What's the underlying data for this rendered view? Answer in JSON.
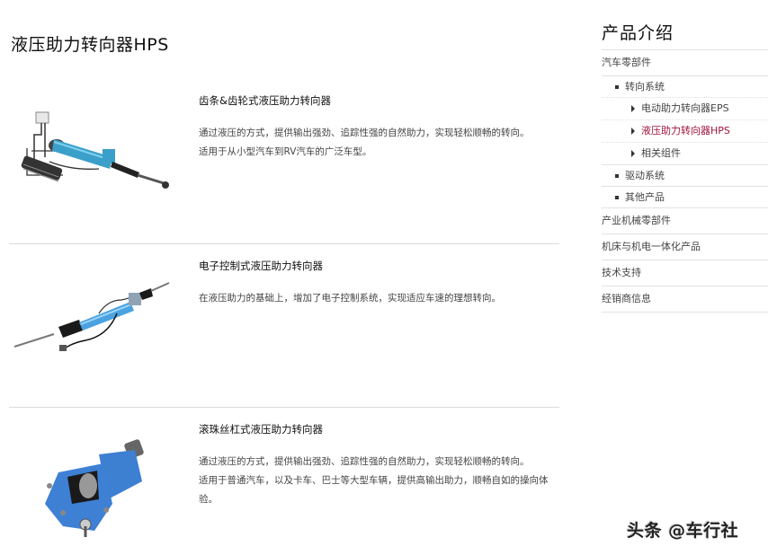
{
  "main": {
    "title": "液压助力转向器HPS",
    "products": [
      {
        "name": "齿条&齿轮式液压助力转向器",
        "desc_lines": [
          "通过液压的方式，提供输出强劲、追踪性强的自然助力，实现轻松顺畅的转向。",
          "适用于从小型汽车到RV汽车的广泛车型。"
        ],
        "image": "rack-and-pinion-steering-gear-image"
      },
      {
        "name": "电子控制式液压助力转向器",
        "desc_lines": [
          "在液压助力的基础上，增加了电子控制系统，实现适应车速的理想转向。"
        ],
        "image": "electronic-controlled-steering-rack-image"
      },
      {
        "name": "滚珠丝杠式液压助力转向器",
        "desc_lines": [
          "通过液压的方式，提供输出强劲、追踪性强的自然助力，实现轻松顺畅的转向。",
          "适用于普通汽车，以及卡车、巴士等大型车辆，提供高输出助力，顺畅自如的操向体验。"
        ],
        "image": "ball-screw-steering-gear-image"
      }
    ]
  },
  "sidebar": {
    "title": "产品介绍",
    "items": [
      {
        "label": "汽车零部件",
        "level": 1
      },
      {
        "label": "转向系统",
        "level": 2
      },
      {
        "label": "电动助力转向器EPS",
        "level": 3
      },
      {
        "label": "液压助力转向器HPS",
        "level": 3,
        "active": true
      },
      {
        "label": "相关组件",
        "level": 3
      },
      {
        "label": "驱动系统",
        "level": 2
      },
      {
        "label": "其他产品",
        "level": 2
      },
      {
        "label": "产业机械零部件",
        "level": 1
      },
      {
        "label": "机床与机电一体化产品",
        "level": 1
      },
      {
        "label": "技术支持",
        "level": 1
      },
      {
        "label": "经销商信息",
        "level": 1
      }
    ]
  },
  "colors": {
    "active_link": "#a0143c",
    "divider": "#dcdcdc",
    "part_blue": "#3a8fd0"
  },
  "watermark": "头条 @车行社"
}
